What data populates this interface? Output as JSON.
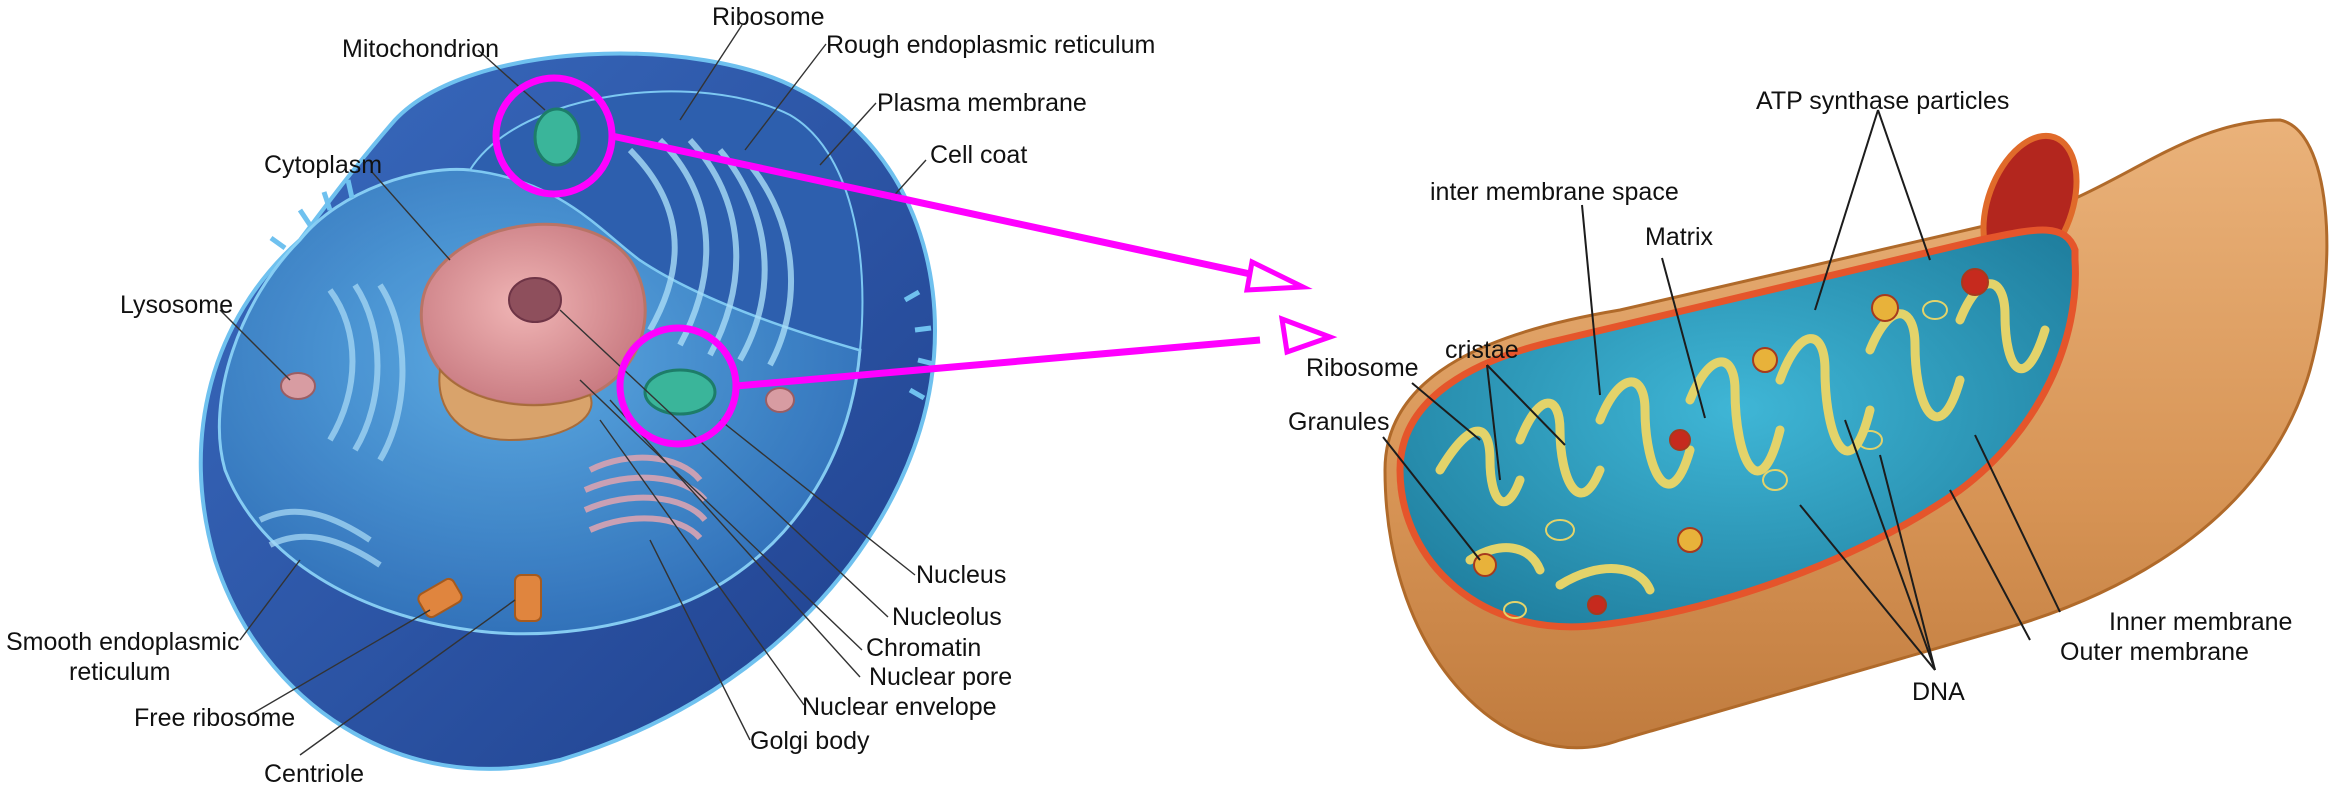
{
  "colors": {
    "annotation": "#ff00ff",
    "cell_cytoplasm": "#3f88cc",
    "cell_shell": "#2a4f9e",
    "nucleus": "#d98e8e",
    "mito_outer": "#d99a5b",
    "mito_matrix": "#2d9fc0",
    "mito_cristae": "#e3d36a"
  },
  "cell_labels": {
    "ribosome": "Ribosome",
    "rough_er": "Rough endoplasmic reticulum",
    "mitochondrion": "Mitochondrion",
    "plasma_membrane": "Plasma membrane",
    "cell_coat": "Cell coat",
    "cytoplasm": "Cytoplasm",
    "lysosome": "Lysosome",
    "nucleus": "Nucleus",
    "nucleolus": "Nucleolus",
    "chromatin": "Chromatin",
    "nuclear_pore": "Nuclear pore",
    "nuclear_envelope": "Nuclear envelope",
    "golgi_body": "Golgi body",
    "smooth_er_line1": "Smooth endoplasmic",
    "smooth_er_line2": "reticulum",
    "free_ribosome": "Free ribosome",
    "centriole": "Centriole"
  },
  "mito_labels": {
    "atp_synthase": "ATP synthase particles",
    "inter_membrane_space": "inter membrane space",
    "matrix": "Matrix",
    "cristae": "cristae",
    "ribosome": "Ribosome",
    "granules": "Granules",
    "inner_membrane": "Inner membrane",
    "outer_membrane": "Outer membrane",
    "dna": "DNA"
  }
}
